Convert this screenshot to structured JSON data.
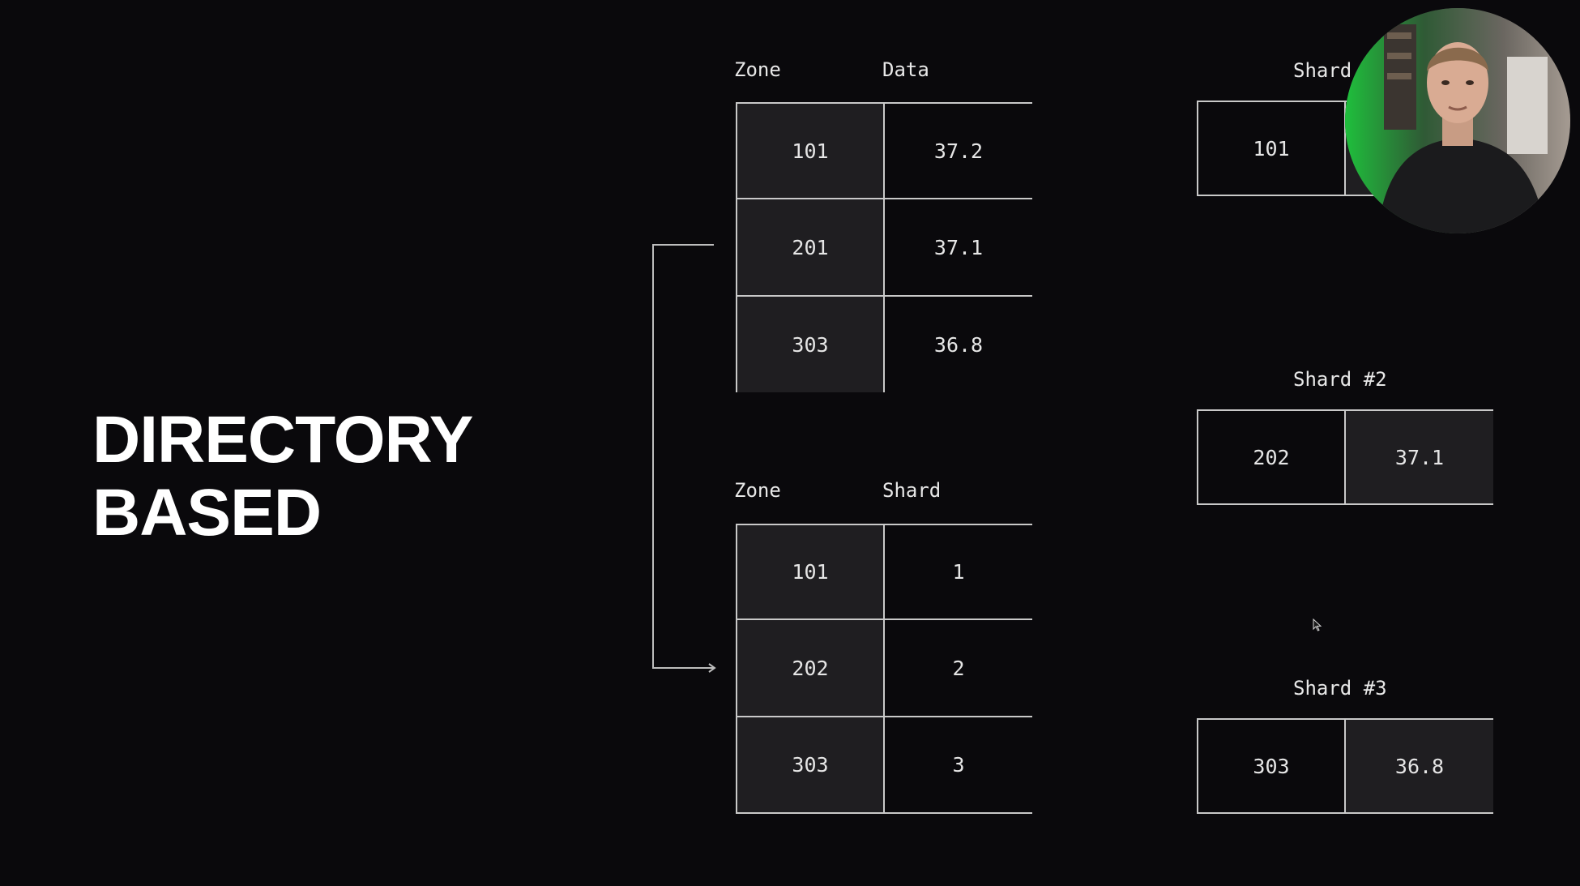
{
  "title": {
    "line1": "DIRECTORY",
    "line2": "BASED"
  },
  "data_table": {
    "headers": [
      "Zone",
      "Data"
    ],
    "rows": [
      [
        "101",
        "37.2"
      ],
      [
        "201",
        "37.1"
      ],
      [
        "303",
        "36.8"
      ]
    ]
  },
  "directory_table": {
    "headers": [
      "Zone",
      "Shard"
    ],
    "rows": [
      [
        "101",
        "1"
      ],
      [
        "202",
        "2"
      ],
      [
        "303",
        "3"
      ]
    ]
  },
  "shards": [
    {
      "label": "Shard",
      "zone": "101",
      "value": ""
    },
    {
      "label": "Shard #2",
      "zone": "202",
      "value": "37.1"
    },
    {
      "label": "Shard #3",
      "zone": "303",
      "value": "36.8"
    }
  ],
  "colors": {
    "background": "#0a090c",
    "cell_shade": "#1f1e21",
    "border": "#c9c9c9",
    "text": "#e6e6e6"
  }
}
